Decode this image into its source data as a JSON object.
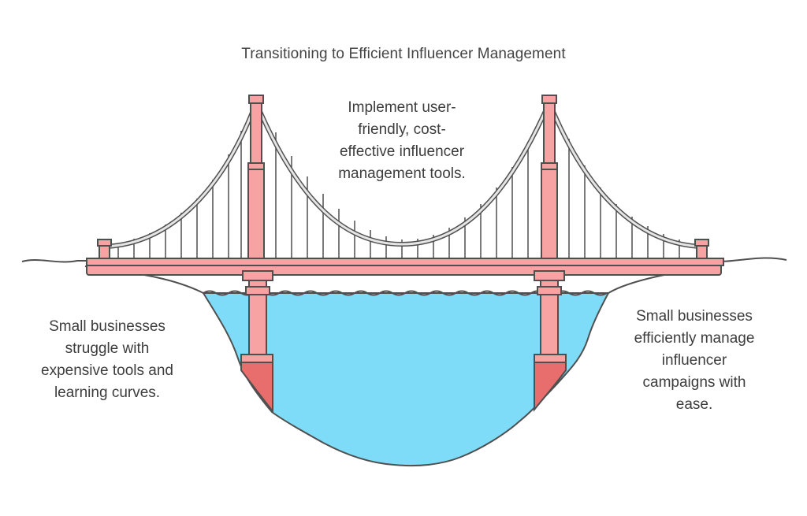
{
  "title": "Transitioning to Efficient Influencer Management",
  "captions": {
    "solution": [
      "Implement user-",
      "friendly, cost-",
      "effective influencer",
      "management tools."
    ],
    "current_state": [
      "Small businesses",
      "struggle with",
      "expensive tools and",
      "learning curves."
    ],
    "desired_state": [
      "Small businesses",
      "efficiently manage",
      "influencer",
      "campaigns with",
      "ease."
    ]
  },
  "colors": {
    "tower": "#f7a3a3",
    "tower_dark": "#e86d6d",
    "water": "#7fdcf9",
    "cable": "#e5e5e5",
    "outline": "#4f4f4f"
  }
}
